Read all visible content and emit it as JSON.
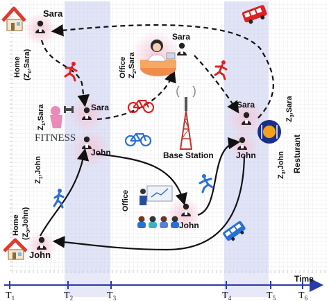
{
  "users": {
    "sara": "Sara",
    "john": "John"
  },
  "locations": {
    "home": "Home",
    "office": "Office",
    "fitness": "FITNESS",
    "base_station": "Base Station",
    "restaurant": "Resturant"
  },
  "zones": {
    "z0_sara": {
      "base": "Z",
      "sub": "o",
      "name": "Sara"
    },
    "z0_john": {
      "base": "Z",
      "sub": "0",
      "name": "John"
    },
    "z1_sara": {
      "base": "Z",
      "sub": "1",
      "name": "Sara"
    },
    "z1_john": {
      "base": "Z",
      "sub": "1",
      "name": "John"
    },
    "z2_sara": {
      "base": "Z",
      "sub": "2",
      "name": "Sara"
    },
    "z3_sara": {
      "base": "Z",
      "sub": "3",
      "name": "Sara"
    },
    "z3_john": {
      "base": "Z",
      "sub": "3",
      "name": "John"
    }
  },
  "axis": {
    "label": "Time",
    "ticks": [
      {
        "base": "T",
        "sub": "1"
      },
      {
        "base": "T",
        "sub": "2"
      },
      {
        "base": "T",
        "sub": "3"
      },
      {
        "base": "T",
        "sub": "4"
      },
      {
        "base": "T",
        "sub": "5"
      },
      {
        "base": "T",
        "sub": "6"
      }
    ]
  },
  "colors": {
    "band": "#c9cdf0",
    "home_roof": "#e03a2f",
    "transport": "#e02020",
    "walk_blue": "#2a6fd6",
    "path": "#111111",
    "axis": "#2a3aa8",
    "zone_glow": "#f4c6d6"
  },
  "icons": [
    "house-icon",
    "person-icon",
    "runner-icon",
    "bicycle-icon",
    "bus-icon",
    "tower-icon",
    "meal-icon",
    "presentation-icon",
    "desk-worker-icon",
    "fitness-icon"
  ]
}
